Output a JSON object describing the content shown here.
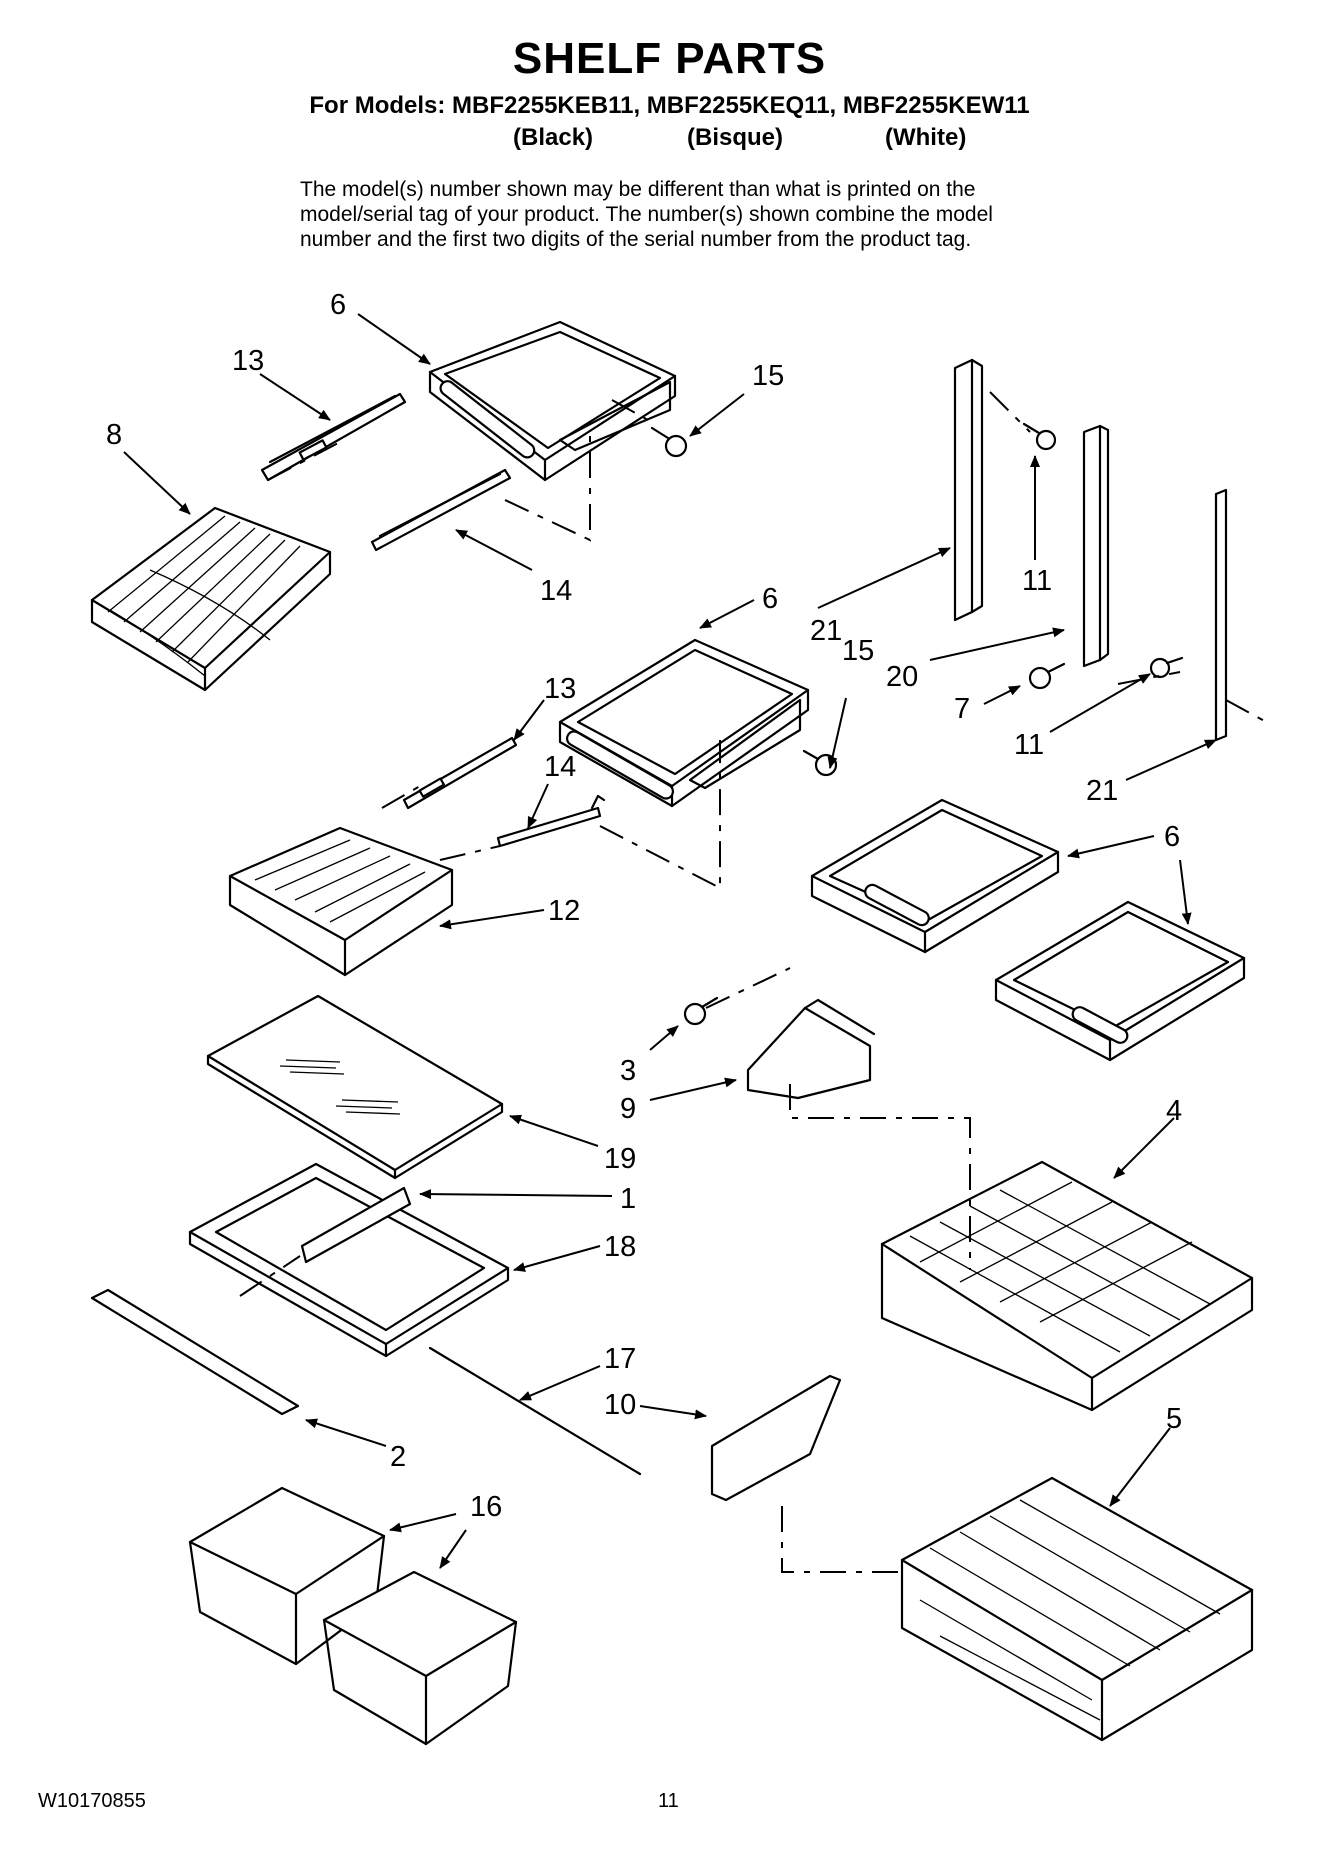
{
  "header": {
    "title": "SHELF PARTS",
    "models": "For Models: MBF2255KEB11, MBF2255KEQ11, MBF2255KEW11",
    "variants": [
      "(Black)",
      "(Bisque)",
      "(White)"
    ]
  },
  "note": [
    "The model(s) number shown may be different than what is printed on the",
    "model/serial tag of your product. The number(s) shown combine the model",
    "number and the first two digits of the serial number from the product tag."
  ],
  "callouts": {
    "c6a": "6",
    "c13a": "13",
    "c15a": "15",
    "c8": "8",
    "c14a": "14",
    "c11a": "11",
    "c6b": "6",
    "c21a": "21",
    "c15b": "15",
    "c20": "20",
    "c13b": "13",
    "c7": "7",
    "c11b": "11",
    "c14b": "14",
    "c21b": "21",
    "c6c": "6",
    "c12": "12",
    "c3": "3",
    "c9": "9",
    "c4": "4",
    "c19": "19",
    "c1": "1",
    "c18": "18",
    "c17": "17",
    "c10": "10",
    "c5": "5",
    "c2": "2",
    "c16": "16"
  },
  "footer": {
    "code": "W10170855",
    "page": "11"
  }
}
